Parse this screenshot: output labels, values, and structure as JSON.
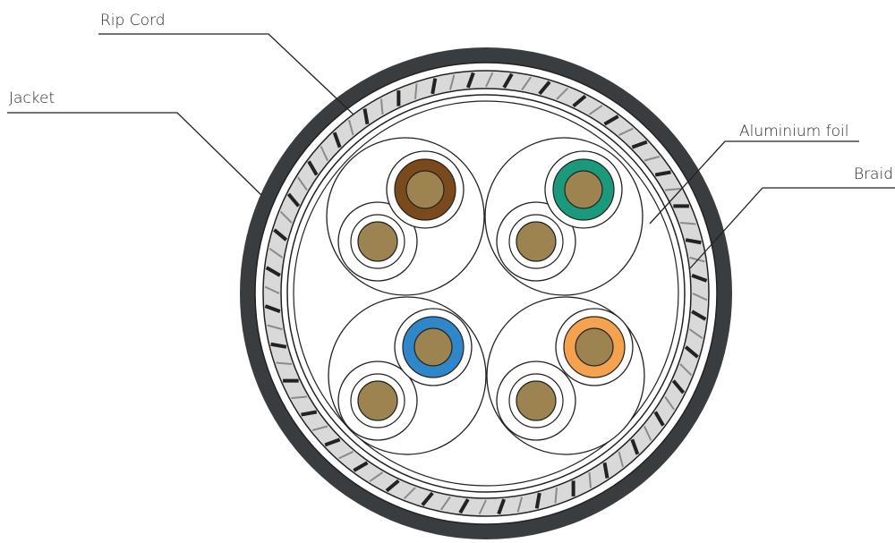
{
  "diagram": {
    "labels": {
      "rip_cord": "Rip Cord",
      "jacket": "Jacket",
      "aluminium_foil": "Aluminium foil",
      "braid": "Braid"
    },
    "pairs": [
      {
        "name": "brown-pair",
        "color": "#7a4a1c"
      },
      {
        "name": "green-pair",
        "color": "#1a9a7a"
      },
      {
        "name": "blue-pair",
        "color": "#2f86c8"
      },
      {
        "name": "orange-pair",
        "color": "#f5a24e"
      }
    ],
    "colors": {
      "jacket": "#3a3d40",
      "conductor": "#9c8350",
      "braid_light": "#d9d9d9",
      "braid_dark": "#222222",
      "line": "#222222",
      "text": "#2a2a2a"
    }
  }
}
